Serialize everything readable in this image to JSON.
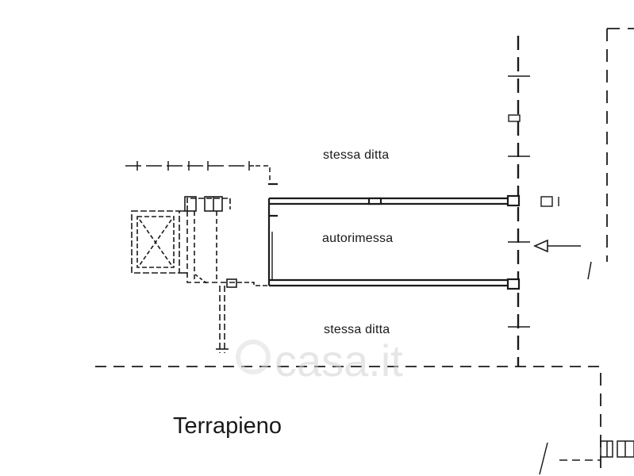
{
  "labels": {
    "top_room": "stessa ditta",
    "garage": "autorimessa",
    "bottom_room": "stessa ditta",
    "embankment": "Terrapieno"
  },
  "watermark": {
    "text": "casa.it"
  },
  "colors": {
    "ink": "#1a1a1a",
    "background": "#ffffff",
    "watermark": "#d2d2d2"
  },
  "icons": {
    "entrance": "arrow-left-icon"
  }
}
